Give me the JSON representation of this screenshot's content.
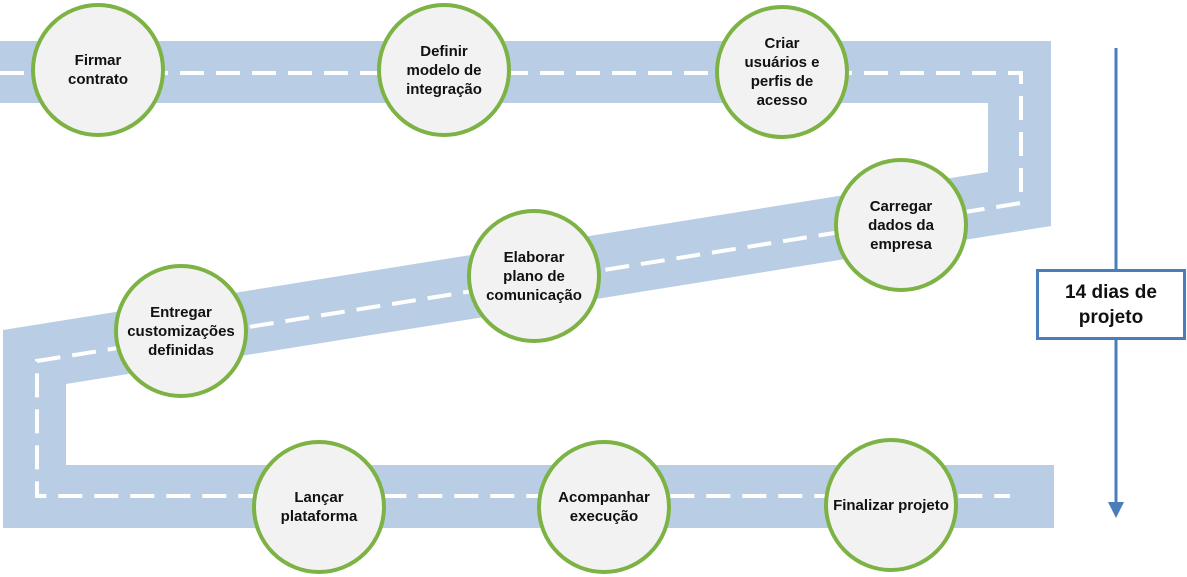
{
  "colors": {
    "road": "#b9cde5",
    "road_dash": "#ffffff",
    "circle_border": "#7db244",
    "circle_fill": "#f2f2f2",
    "arrow": "#4a7ebb",
    "box_border": "#4a7ebb"
  },
  "steps": [
    {
      "label": "Firmar\ncontrato"
    },
    {
      "label": "Definir\nmodelo de\nintegração"
    },
    {
      "label": "Criar\nusuários e\nperfis de\nacesso"
    },
    {
      "label": "Carregar\ndados da\nempresa"
    },
    {
      "label": "Elaborar\nplano de\ncomunicação"
    },
    {
      "label": "Entregar\ncustomizações\ndefinidas"
    },
    {
      "label": "Lançar\nplataforma"
    },
    {
      "label": "Acompanhar\nexecução"
    },
    {
      "label": "Finalizar projeto"
    }
  ],
  "timeline": {
    "label": "14 dias de\nprojeto"
  }
}
